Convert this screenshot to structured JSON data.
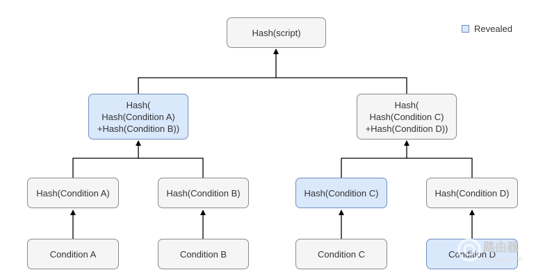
{
  "legend": {
    "label": "Revealed",
    "color": "#dae8fc"
  },
  "colors": {
    "revealed_fill": "#dae8fc",
    "revealed_stroke": "#6c8ebf",
    "plain_fill": "#f5f5f5",
    "plain_stroke": "#8a8a8a",
    "edge": "#000000"
  },
  "nodes": {
    "root": {
      "label": "Hash(script)",
      "revealed": false
    },
    "hash_ab": {
      "lines": [
        "Hash(",
        "Hash(Condition A)",
        "+Hash(Condition B))"
      ],
      "revealed": true
    },
    "hash_cd": {
      "lines": [
        "Hash(",
        "Hash(Condition C)",
        "+Hash(Condition D))"
      ],
      "revealed": false
    },
    "hash_a": {
      "label": "Hash(Condition A)",
      "revealed": false
    },
    "hash_b": {
      "label": "Hash(Condition B)",
      "revealed": false
    },
    "hash_c": {
      "label": "Hash(Condition C)",
      "revealed": true
    },
    "hash_d": {
      "label": "Hash(Condition D)",
      "revealed": false
    },
    "cond_a": {
      "label": "Condition A",
      "revealed": false
    },
    "cond_b": {
      "label": "Condition B",
      "revealed": false
    },
    "cond_c": {
      "label": "Condition C",
      "revealed": false
    },
    "cond_d": {
      "label": "Condition D",
      "revealed": true
    }
  },
  "watermark": {
    "text": "路由器",
    "subtext": "luyouqi.com"
  }
}
